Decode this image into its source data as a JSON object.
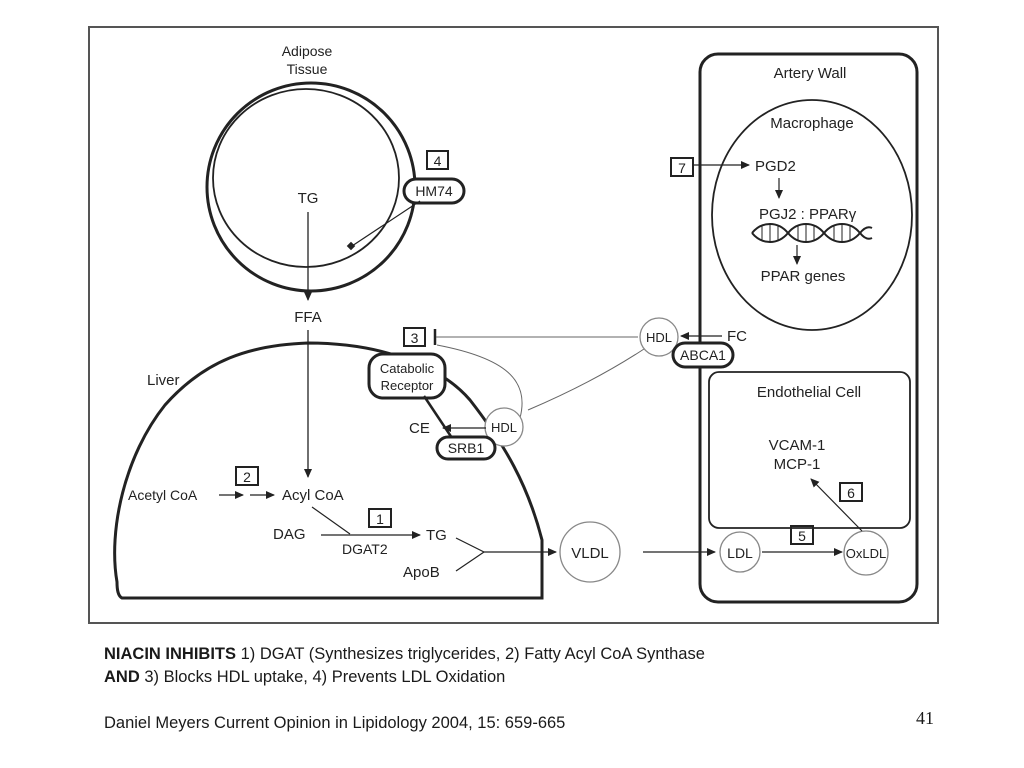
{
  "diagram": {
    "adipose": {
      "title_line1": "Adipose",
      "title_line2": "Tissue",
      "tg": "TG",
      "ffa": "FFA",
      "hm74": "HM74"
    },
    "liver": {
      "label": "Liver",
      "catabolic_line1": "Catabolic",
      "catabolic_line2": "Receptor",
      "ce": "CE",
      "hdl": "HDL",
      "srb1": "SRB1",
      "acetyl_coa": "Acetyl CoA",
      "acyl_coa": "Acyl CoA",
      "dag": "DAG",
      "dgat2": "DGAT2",
      "tg": "TG",
      "apob": "ApoB"
    },
    "artery": {
      "label": "Artery Wall",
      "macrophage": "Macrophage",
      "pgd2": "PGD2",
      "pgj2_ppar": "PGJ2 : PPARγ",
      "ppar_genes": "PPAR genes",
      "hdl": "HDL",
      "fc": "FC",
      "abca1": "ABCA1",
      "endothelial": "Endothelial Cell",
      "vcam1": "VCAM-1",
      "mcp1": "MCP-1"
    },
    "flow": {
      "vldl": "VLDL",
      "ldl": "LDL",
      "oxldl": "OxLDL"
    },
    "steps": {
      "s1": "1",
      "s2": "2",
      "s3": "3",
      "s4": "4",
      "s5": "5",
      "s6": "6",
      "s7": "7"
    }
  },
  "caption": {
    "line1_bold": "NIACIN INHIBITS",
    "line1_rest": " 1) DGAT (Synthesizes triglycerides, 2) Fatty Acyl CoA Synthase",
    "line2_bold": "AND",
    "line2_rest": " 3) Blocks HDL uptake, 4) Prevents LDL Oxidation"
  },
  "citation": "Daniel Meyers Current Opinion in Lipidology 2004, 15: 659-665",
  "slide_number": "41"
}
